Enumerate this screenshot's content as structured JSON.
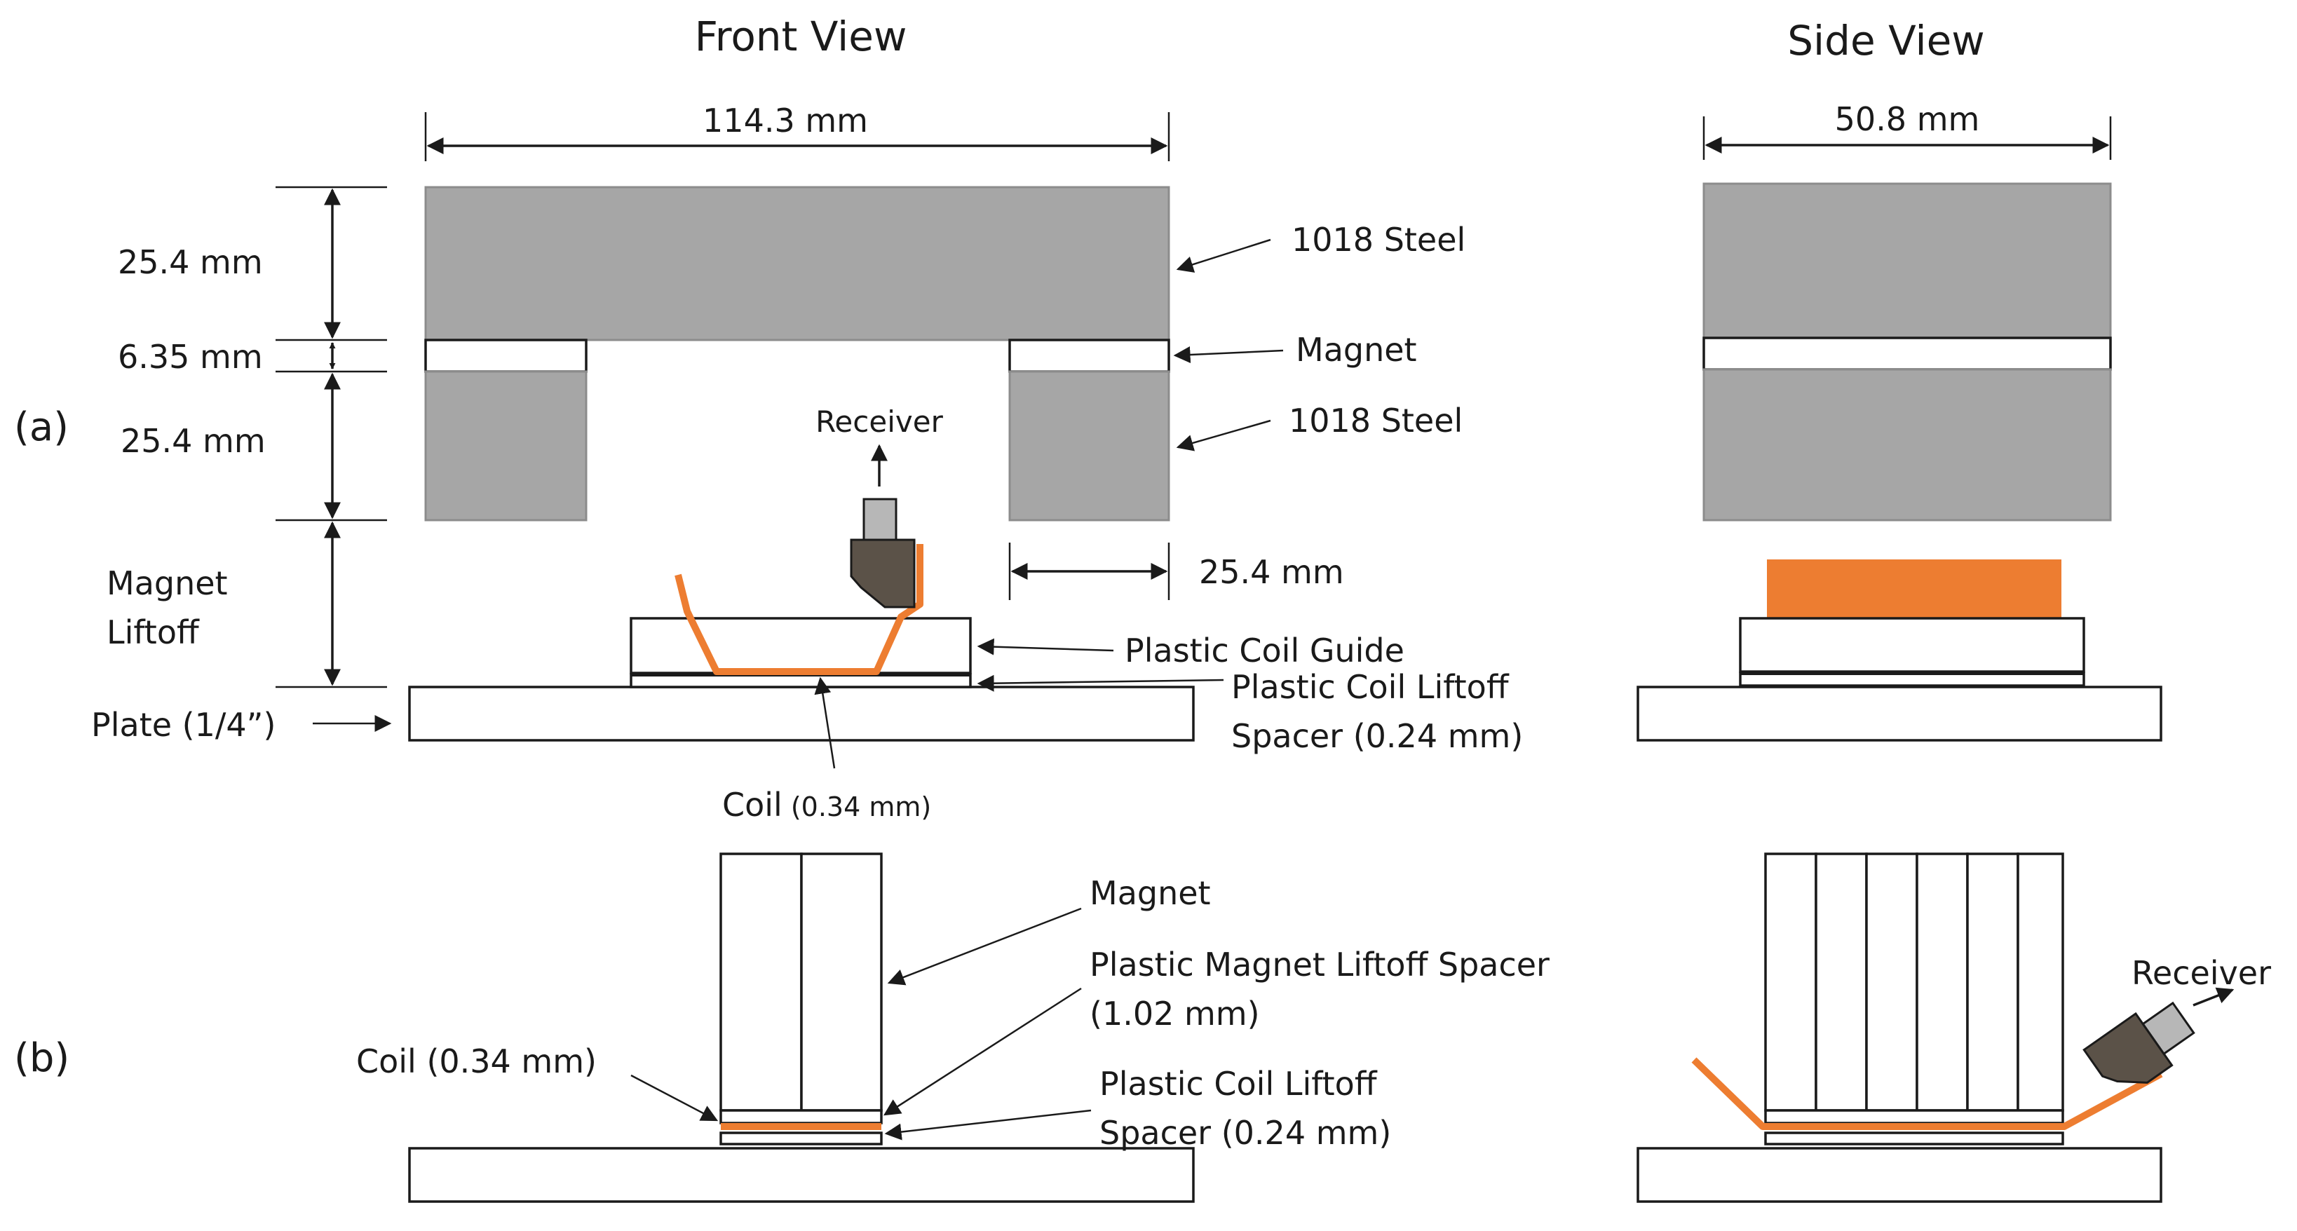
{
  "titles": {
    "front": "Front View",
    "side": "Side View"
  },
  "panels": {
    "a": "(a)",
    "b": "(b)"
  },
  "dimensions": {
    "front_width": "114.3 mm",
    "side_width": "50.8 mm",
    "top_steel": "25.4 mm",
    "magnet": "6.35 mm",
    "bottom_steel": "25.4 mm",
    "gap": "25.4 mm",
    "liftoff_line1": "Magnet",
    "liftoff_line2": "Liftoff"
  },
  "labels_a": {
    "steel_top": "1018 Steel",
    "magnet": "Magnet",
    "steel_bottom": "1018 Steel",
    "receiver": "Receiver",
    "coil_guide": "Plastic Coil Guide",
    "coil_spacer_1": "Plastic Coil Liftoff",
    "coil_spacer_2": "Spacer (0.24 mm)",
    "plate": "Plate (1/4”)",
    "coil_main": "Coil",
    "coil_size": "(0.34 mm)"
  },
  "labels_b": {
    "magnet": "Magnet",
    "magnet_spacer_1": "Plastic Magnet Liftoff Spacer",
    "magnet_spacer_2": "(1.02 mm)",
    "coil_spacer_1": "Plastic Coil Liftoff",
    "coil_spacer_2": "Spacer (0.24 mm)",
    "coil": "Coil (0.34 mm)",
    "receiver": "Receiver"
  },
  "colors": {
    "steel": "#a6a6a6",
    "coil": "#ed7d31",
    "receiver": "#5b5248"
  }
}
